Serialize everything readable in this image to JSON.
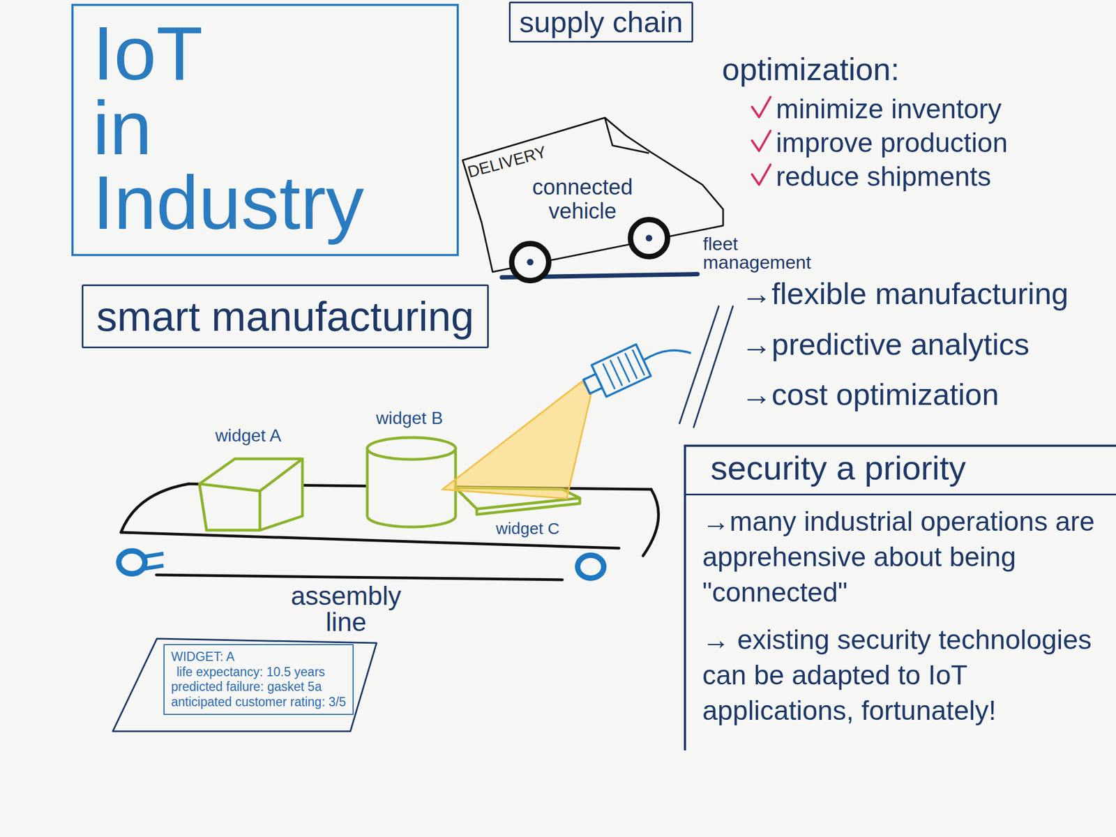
{
  "diagram": {
    "title": "IoT in Industry",
    "nodes": [
      {
        "text": [
          "supply chain"
        ]
      },
      {
        "text": [
          "DELIVERY",
          "connected vehicle"
        ]
      },
      {
        "text": [
          "smart manufacturing"
        ]
      },
      {
        "text": [
          "security a priority",
          "→many industrial operations are apprehensive about being \"connected\"",
          "→ existing security technologies can be adapted to IoT applications, fortunately!"
        ]
      },
      {
        "text": [
          "WIDGET: A",
          "life expectancy: 10.5 years",
          "predicted failure: gasket 5a",
          "anticipated customer rating: 3/5"
        ]
      }
    ],
    "labels": [
      "optimization:",
      "minimize inventory",
      "improve production",
      "reduce shipments",
      "fleet management",
      "→flexible manufacturing",
      "→predictive analytics",
      "→cost optimization",
      "widget A",
      "widget B",
      "widget C",
      "assembly line"
    ]
  }
}
